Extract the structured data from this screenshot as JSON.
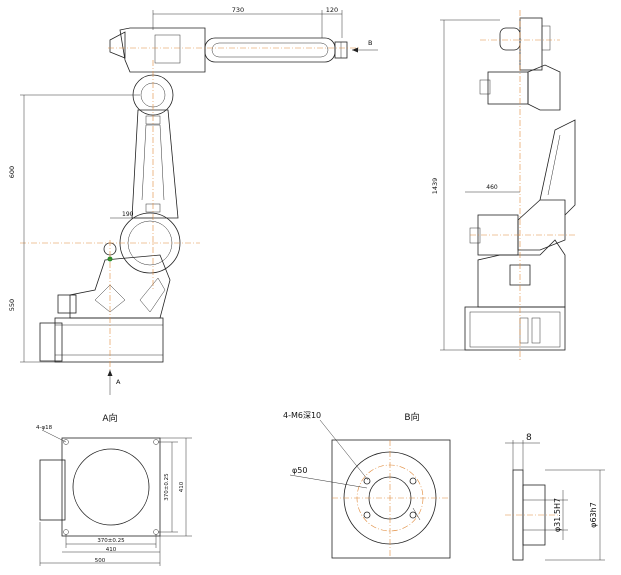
{
  "dims": {
    "d730": "730",
    "d120": "120",
    "d600": "600",
    "d190": "190",
    "d550": "550",
    "d1439": "1439",
    "d460": "460",
    "d4phi18": "4-φ18",
    "d370_v": "370±0.25",
    "d410_v": "410",
    "d370_h": "370±0.25",
    "d410_h": "410",
    "d500": "500",
    "d4m6": "4-M6深10",
    "dphi50": "φ50",
    "d8": "8",
    "dphi315": "φ31.5H7",
    "dphi63": "φ63h7"
  },
  "labels": {
    "arrowB": "B",
    "arrowA": "A",
    "viewA": "A向",
    "viewB": "B向"
  },
  "colors": {
    "centerline": "#e08a3a",
    "marker": "#2a8a2a"
  }
}
